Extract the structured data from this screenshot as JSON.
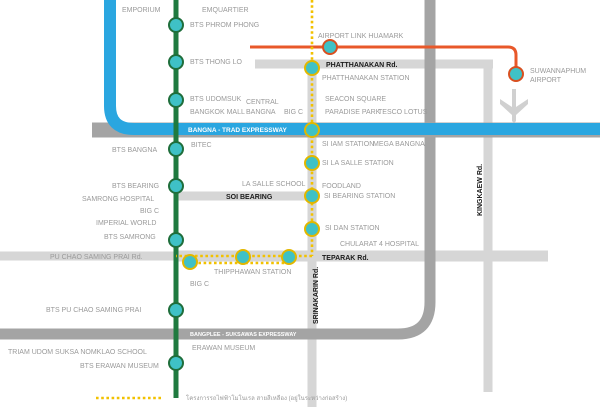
{
  "colors": {
    "road": "#d6d6d6",
    "expressway": "#a4a4a4",
    "blue_line": "#2aa6e0",
    "green_line": "#1f7a3f",
    "orange_line": "#e8582a",
    "yellow_line": "#f2c100",
    "station_fill": "#3fc1c6",
    "station_ring_green": "#1f6e3b",
    "station_ring_yellow": "#e2b700",
    "station_ring_orange": "#d85020",
    "airplane": "#d0d0d0"
  },
  "labels": {
    "emporium": "EMPORIUM",
    "emquartier": "EMQUARTIER",
    "bts_phrom_phong": "BTS PHROM PHONG",
    "airport_link_huamark": "AIRPORT LINK HUAMARK",
    "suvarnabhumi": "SUWANNAPHUM",
    "airport": "AIRPORT",
    "bts_thong_lo": "BTS THONG LO",
    "phatthanakan_rd": "PHATTHANAKAN Rd.",
    "phatthanakan_station": "PHATTHANAKAN STATION",
    "bts_udomsuk": "BTS UDOMSUK",
    "central": "CENTRAL",
    "bangkok_mall": "BANGKOK MALL",
    "bangna": "BANGNA",
    "big_c_top": "BIG C",
    "seacon_square": "SEACON SQUARE",
    "paradise_park": "PARADISE PARK",
    "tesco_lotus": "TESCO LOTUS",
    "bangna_trad": "BANGNA - TRAD EXPRESSWAY",
    "bts_bangna": "BTS BANGNA",
    "bitec": "BITEC",
    "si_iam_station": "SI IAM STATION",
    "mega_bangna": "MEGA BANGNA",
    "si_la_salle_station": "SI LA SALLE STATION",
    "kingkaew_rd": "KINGKAEW Rd.",
    "bts_bearing": "BTS BEARING",
    "la_salle_school": "LA SALLE SCHOOL",
    "foodland": "FOODLAND",
    "samrong_hospital": "SAMRONG HOSPITAL",
    "soi_bearing": "SOI BEARING",
    "si_bearing_station": "SI BEARING STATION",
    "big_c_mid": "BIG C",
    "imperial_world": "IMPERIAL WORLD",
    "si_dan_station": "SI DAN STATION",
    "bts_samrong": "BTS SAMRONG",
    "chularat_4_hospital": "CHULARAT 4  HOSPITAL",
    "pu_chao_saming_prai_rd": "PU CHAO   SAMING PRAI Rd.",
    "teparak_rd": "TEPARAK Rd.",
    "thipphawan_station": "THIPPHAWAN STATION",
    "big_c_bottom": "BIG C",
    "srinakarin_rd": "SRINAKARIN Rd.",
    "bts_pu_chao_saming_prai": "BTS PU CHAO SAMING PRAI",
    "bangplee_suksawas": "BANGPLEE - SUKSAWAS EXPRESSWAY",
    "triam_udom_suksa": "TRIAM UDOM SUKSA  NOMKLAO SCHOOL",
    "erawan_museum": "ERAWAN MUSEUM",
    "bts_erawan_museum": "BTS ERAWAN MUSEUM",
    "legend_yellow": "โครงการรถไฟฟ้าโมโนเรล สายสีเหลือง (อยู่ในระหว่างก่อสร้าง)"
  },
  "icons": {
    "airplane": "airplane-icon"
  }
}
